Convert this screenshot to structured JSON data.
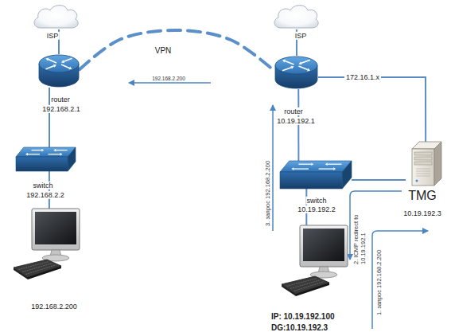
{
  "diagram": {
    "nodes": [
      {
        "text": [
          "ISP"
        ]
      },
      {
        "text": [
          "router",
          "192.168.2.1"
        ]
      },
      {
        "text": [
          "switch",
          "192.168.2.2"
        ]
      },
      {
        "text": [
          "192.168.2.200"
        ]
      },
      {
        "text": [
          "ISP"
        ]
      },
      {
        "text": [
          "router",
          "10.19.192.1"
        ]
      },
      {
        "text": [
          "switch",
          "10.19.192.2"
        ]
      },
      {
        "text": [
          "IP: 10.19.192.100",
          "DG:10.19.192.3"
        ]
      },
      {
        "text": [
          "TMG",
          "10.19.192.3"
        ]
      }
    ],
    "edges": [
      {
        "from": 0,
        "to": 1,
        "arrow": "none"
      },
      {
        "from": 1,
        "to": 2,
        "arrow": "none"
      },
      {
        "from": 2,
        "to": 3,
        "arrow": "none"
      },
      {
        "from": 4,
        "to": 5,
        "arrow": "none"
      },
      {
        "from": 1,
        "to": 5,
        "label": "VPN",
        "arrow": "none"
      },
      {
        "from": 5,
        "to": 6,
        "arrow": "none"
      },
      {
        "from": 6,
        "to": 7,
        "arrow": "none"
      },
      {
        "from": 6,
        "to": 8,
        "arrow": "none"
      },
      {
        "from": 5,
        "to": 8,
        "label": "172.16.1.x",
        "arrow": "none"
      }
    ],
    "labels": [
      "192.168.2.200",
      "3. запрос 192.168.2.200",
      "2. ICMP redirect to 10.19.192.1",
      "1. запрос 192.168.2.200"
    ]
  }
}
